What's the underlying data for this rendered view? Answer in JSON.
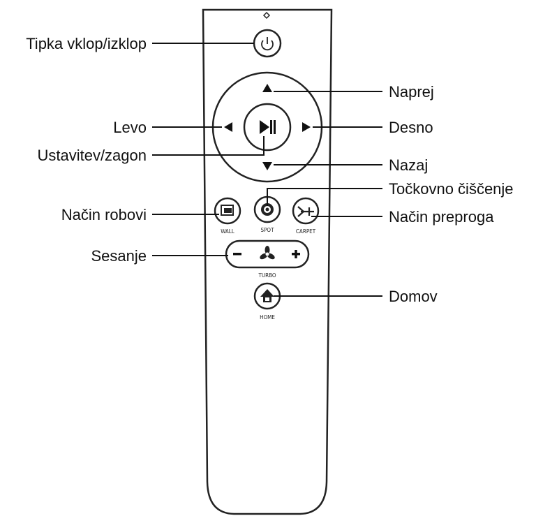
{
  "diagram": {
    "callouts": {
      "power": "Tipka vklop/izklop",
      "forward": "Naprej",
      "left": "Levo",
      "right": "Desno",
      "play_pause": "Ustavitev/zagon",
      "back": "Nazaj",
      "spot": "Točkovno čiščenje",
      "wall": "Način robovi",
      "carpet": "Način preproga",
      "suction": "Sesanje",
      "home": "Domov"
    },
    "button_labels": {
      "wall": "WALL",
      "spot": "SPOT",
      "carpet": "CARPET",
      "turbo": "TURBO",
      "home": "HOME"
    },
    "colors": {
      "line": "#111111",
      "outline": "#222222",
      "background": "#ffffff"
    },
    "icons": {
      "power": "power-icon",
      "play_pause": "play-pause-icon",
      "wall": "wall-icon",
      "spot": "spot-icon",
      "carpet": "carpet-icon",
      "fan": "fan-icon",
      "home": "home-icon"
    }
  }
}
